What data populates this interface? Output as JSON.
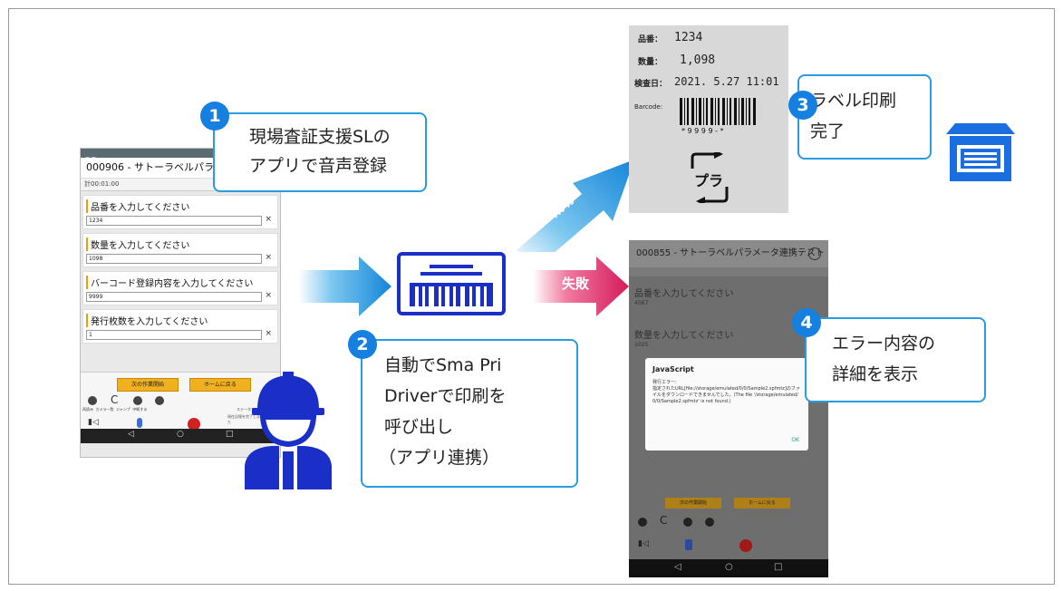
{
  "colors": {
    "accent_blue": "#1580e0",
    "callout_border": "#2a9be0",
    "fail_red": "#d61a5b",
    "icon_navy": "#1a2fc8",
    "button_yellow": "#f0b020"
  },
  "step1": {
    "number": "1",
    "line1": "現場査証支援SLの",
    "line2": "アプリで音声登録"
  },
  "step2": {
    "number": "2",
    "line1": "自動でSma Pri",
    "line2": "Driverで印刷を",
    "line3": "呼び出し",
    "line4": "（アプリ連携）"
  },
  "step3": {
    "number": "3",
    "line1": "ラベル印刷",
    "line2": "完了"
  },
  "step4": {
    "number": "4",
    "line1": "エラー内容の",
    "line2": "詳細を表示"
  },
  "success_label": "成功",
  "fail_label": "失敗",
  "phone1": {
    "status": "品番",
    "title": "000906 - サトーラベルパラメータ",
    "timer": "計00:01:00",
    "fields": [
      {
        "label": "品番を入力してください",
        "value": "1234"
      },
      {
        "label": "数量を入力してください",
        "value": "1098"
      },
      {
        "label": "バーコード登録内容を入力してください",
        "value": "9999"
      },
      {
        "label": "発行枚数を入力してください",
        "value": "1"
      }
    ],
    "btn_next": "次の作業開始",
    "btn_home": "ホームに戻る",
    "small_labels": [
      "再読み",
      "カメラ一覧",
      "ジャンプ",
      "中断する"
    ],
    "speaker_label": "音声読上",
    "status_label": "ステータス",
    "status_text": "現在記憶を完了しました",
    "nav": [
      "◁",
      "○",
      "□"
    ]
  },
  "photo": {
    "label_part": "品番：",
    "value_part": "1234",
    "label_qty": "数量：",
    "value_qty": "1,098",
    "label_date": "検査日：",
    "value_date": "2021. 5.27 11:01",
    "label_barcode": "Barcode:",
    "barcode_text": "* 9 9 9 9 - *",
    "recycle_mark": "プラ"
  },
  "phone2": {
    "title": "000855 - サトーラベルパラメータ連携テスト",
    "field1": "品番を入力してください",
    "field1_value": "4567",
    "field2": "数量を入力してください",
    "field2_value": "1025",
    "dialog_title": "JavaScript",
    "dialog_body": "発行エラー:\n指定されたURL[file://storage/emulated/0/0/Sample2.spfmtz]のファイルをダウンロードできませんでした。(The file '/storage/emulated/0/0/Sample2.spfmtz' is not found.)",
    "dialog_ok": "OK",
    "btn_next": "次の作業開始",
    "btn_home": "ホームに戻る",
    "nav": [
      "◁",
      "○",
      "□"
    ]
  }
}
